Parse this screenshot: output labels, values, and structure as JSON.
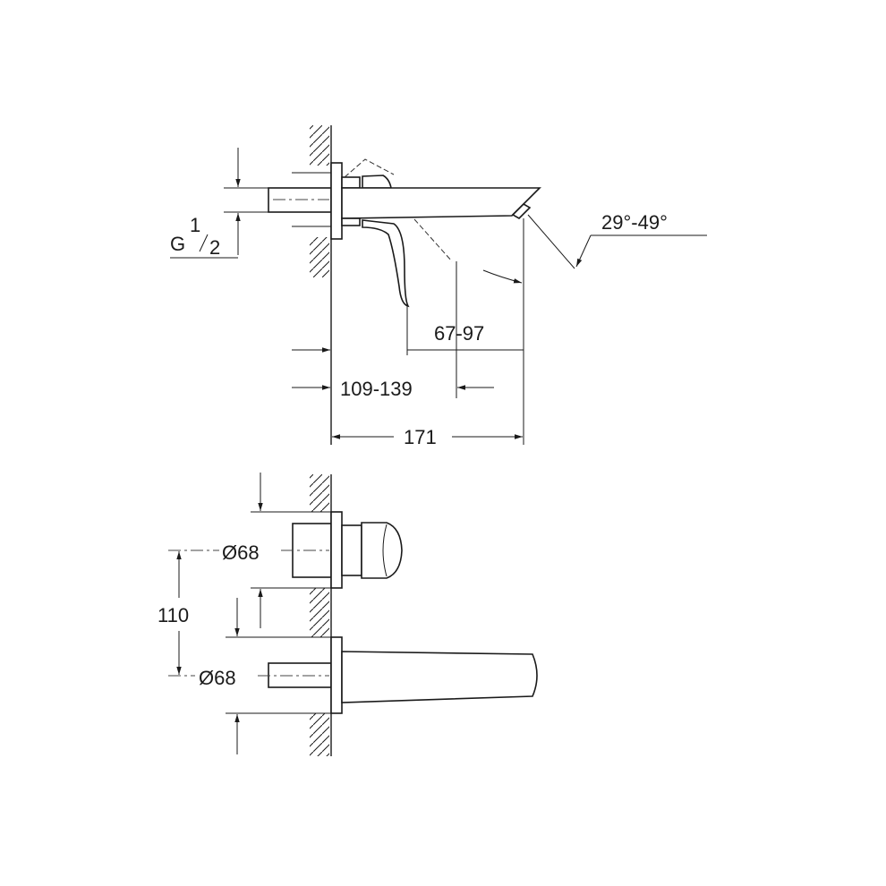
{
  "top_view": {
    "thread_label": "G",
    "thread_num": "1",
    "thread_den": "2",
    "angle_label": "29°-49°",
    "dim_67_97": "67-97",
    "dim_109_139": "109-139",
    "dim_171": "171"
  },
  "front_view": {
    "diameter_upper": "Ø68",
    "diameter_lower": "Ø68",
    "spacing": "110"
  }
}
